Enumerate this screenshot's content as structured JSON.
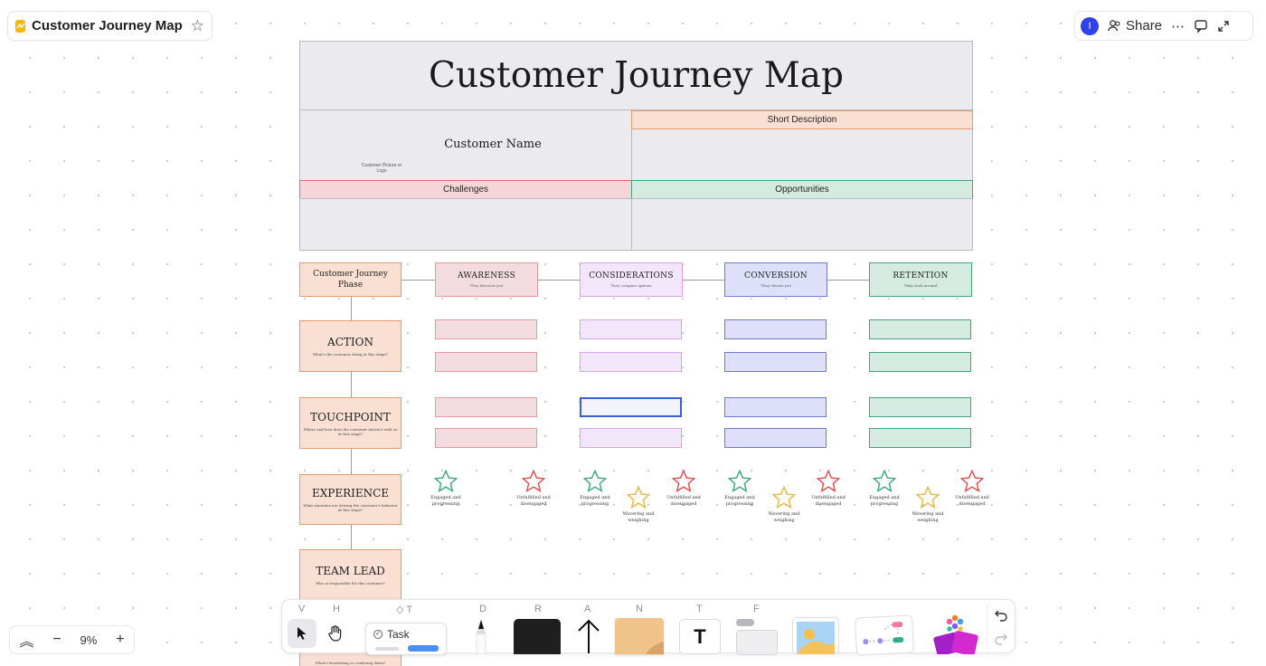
{
  "app": {
    "board_title": "Customer Journey Map",
    "share_label": "Share",
    "avatar_initial": "I"
  },
  "board": {
    "heading": "Customer Journey Map",
    "customer_name": "Customer Name",
    "customer_picture": "Customer Picture or Logo",
    "short_description": "Short Description",
    "challenges": "Challenges",
    "opportunities": "Opportunities",
    "phase_header": "Customer Journey Phase",
    "phases": [
      {
        "title": "AWARENESS",
        "subtitle": "They discover you",
        "color": "#e89b9b",
        "fill": "#f2dcdf"
      },
      {
        "title": "CONSIDERATIONS",
        "subtitle": "They compare options",
        "color": "#d7a3ea",
        "fill": "#f2e6fa"
      },
      {
        "title": "CONVERSION",
        "subtitle": "They choose you",
        "color": "#6f79d6",
        "fill": "#dde0f8"
      },
      {
        "title": "RETENTION",
        "subtitle": "They stick around",
        "color": "#3ea77c",
        "fill": "#d4ebe2"
      }
    ],
    "rows": [
      {
        "title": "ACTION",
        "subtitle": "What's the customer doing at this stage?"
      },
      {
        "title": "TOUCHPOINT",
        "subtitle": "Where and how does the customer interact with us at this stage?"
      },
      {
        "title": "EXPERIENCE",
        "subtitle": "What emotions are driving the customer's behavior at this stage?"
      },
      {
        "title": "TEAM LEAD",
        "subtitle": "Who is responsible for this customer?"
      }
    ],
    "bottom_row_hint": "What's frustrating or confusing them?",
    "experience_labels": {
      "engaged": "Engaged and progressing",
      "wavering": "Wavering and weighing",
      "unfulfilled": "Unfulfilled and disengaged"
    }
  },
  "zoom": {
    "level": "9%"
  },
  "toolbar": {
    "hotkeys": [
      "V",
      "H",
      "T",
      "D",
      "R",
      "A",
      "N",
      "T",
      "F"
    ],
    "task_label": "Task"
  },
  "colors": {
    "header_fill": "#ebebef",
    "orange_border": "#e8986a",
    "orange_fill": "#f9e0d3",
    "challenges_border": "#e26a6a",
    "opportunities_border": "#3ea77c",
    "star_green": "#3aa57a",
    "star_yellow": "#e8b640",
    "star_red": "#e04a4a"
  }
}
